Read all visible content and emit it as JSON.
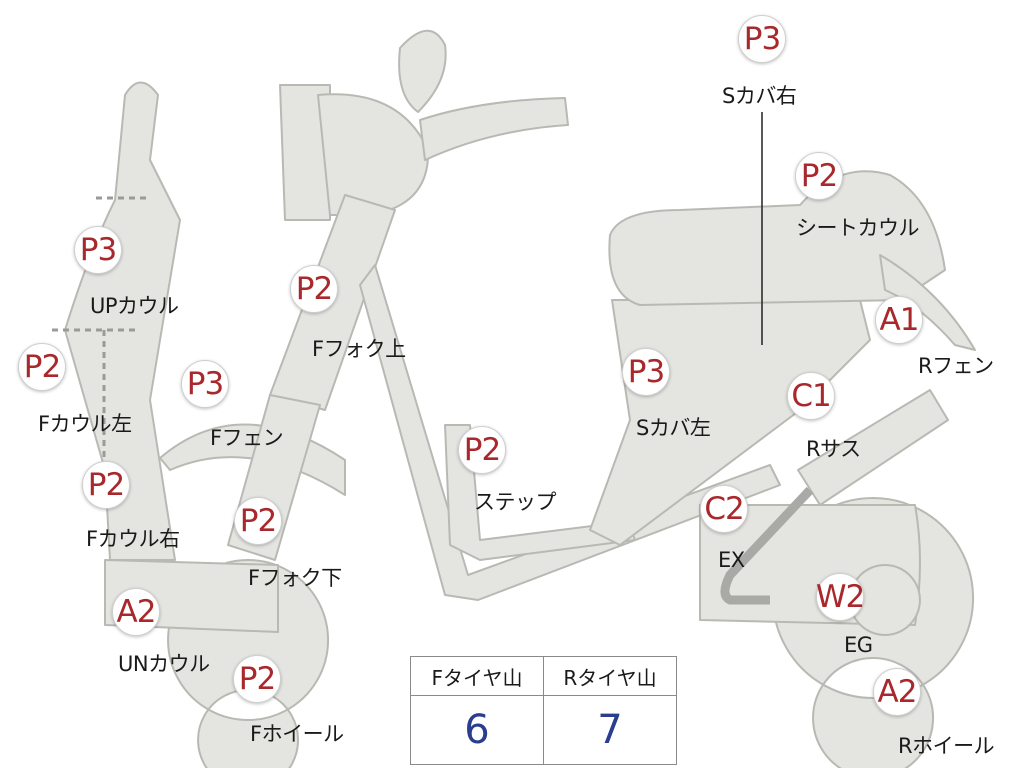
{
  "markers": [
    {
      "grade": "P3",
      "label": "Sカバ右"
    },
    {
      "grade": "P2",
      "label": "シートカウル"
    },
    {
      "grade": "A1",
      "label": "Rフェン"
    },
    {
      "grade": "P3",
      "label": "UPカウル"
    },
    {
      "grade": "P2",
      "label": "Fカウル左"
    },
    {
      "grade": "P2",
      "label": "Fカウル右"
    },
    {
      "grade": "A2",
      "label": "UNカウル"
    },
    {
      "grade": "P2",
      "label": "Fフォク上"
    },
    {
      "grade": "P3",
      "label": "Fフェン"
    },
    {
      "grade": "P2",
      "label": "Fフォク下"
    },
    {
      "grade": "P2",
      "label": "Fホイール"
    },
    {
      "grade": "P2",
      "label": "ステップ"
    },
    {
      "grade": "P3",
      "label": "Sカバ左"
    },
    {
      "grade": "C1",
      "label": "Rサス"
    },
    {
      "grade": "C2",
      "label": "EX"
    },
    {
      "grade": "W2",
      "label": "EG"
    },
    {
      "grade": "A2",
      "label": "Rホイール"
    }
  ],
  "tire_table": {
    "headers": [
      "Fタイヤ山",
      "Rタイヤ山"
    ],
    "values": [
      "6",
      "7"
    ]
  },
  "colors": {
    "part_fill": "#e4e4e0",
    "part_stroke": "#b9b9b4",
    "grade_text": "#a8282c",
    "value_text": "#2a3d8f"
  }
}
